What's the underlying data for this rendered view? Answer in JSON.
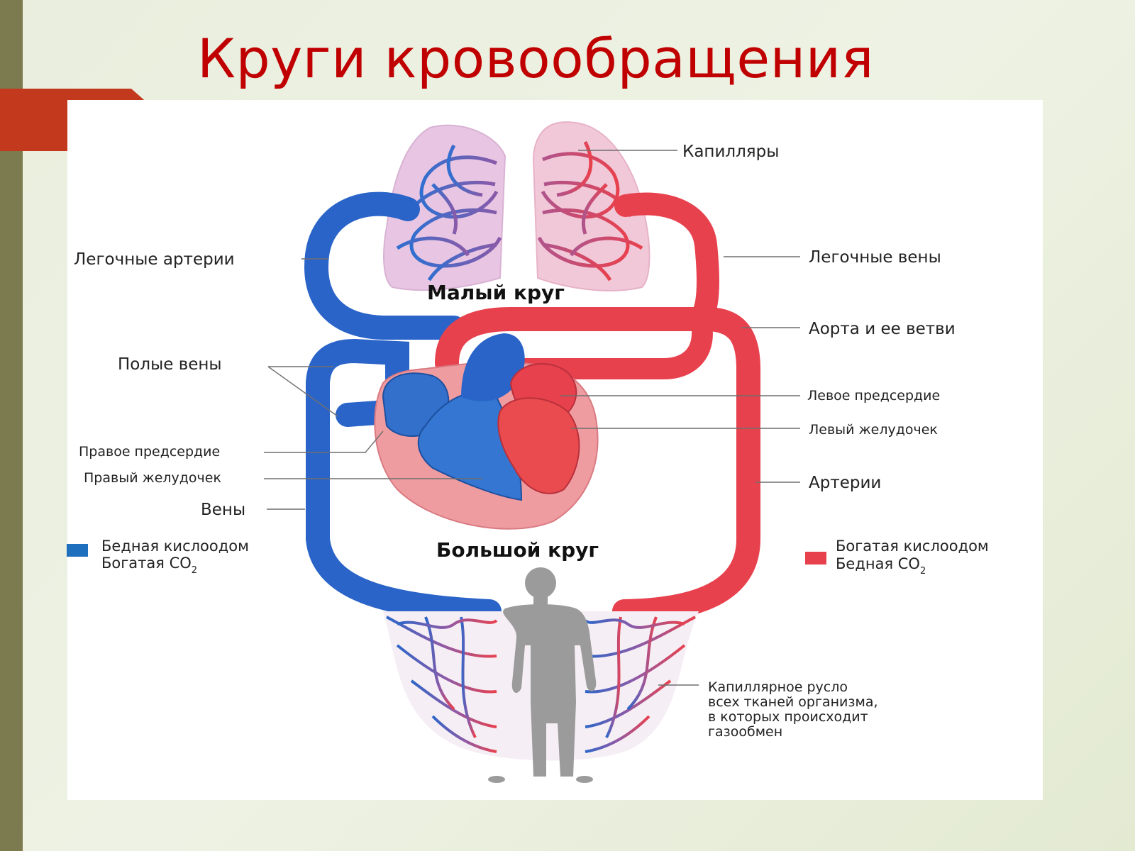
{
  "title": "Круги кровообращения",
  "diagram": {
    "circles": {
      "small": "Малый круг",
      "big": "Большой круг"
    },
    "labels": {
      "capillaries": "Капилляры",
      "pulmonary_arteries": "Легочные артерии",
      "pulmonary_veins": "Легочные вены",
      "aorta": "Аорта и ее ветви",
      "vena_cava": "Полые вены",
      "left_atrium": "Левое предсердие",
      "left_ventricle": "Левый желудочек",
      "right_atrium": "Правое предсердие",
      "right_ventricle": "Правый желудочек",
      "arteries": "Артерии",
      "veins": "Вены",
      "capillary_bed": [
        "Капиллярное русло",
        "всех тканей организма,",
        "в которых происходит",
        "газообмен"
      ]
    },
    "legend": {
      "poor": {
        "color": "#1f6fbf",
        "line1": "Бедная кислоодом",
        "line2_text": "Богатая CO",
        "line2_sub": "2"
      },
      "rich": {
        "color": "#e8414e",
        "line1": "Богатая кислоодом",
        "line2_text": "Бедная CO",
        "line2_sub": "2"
      }
    }
  }
}
